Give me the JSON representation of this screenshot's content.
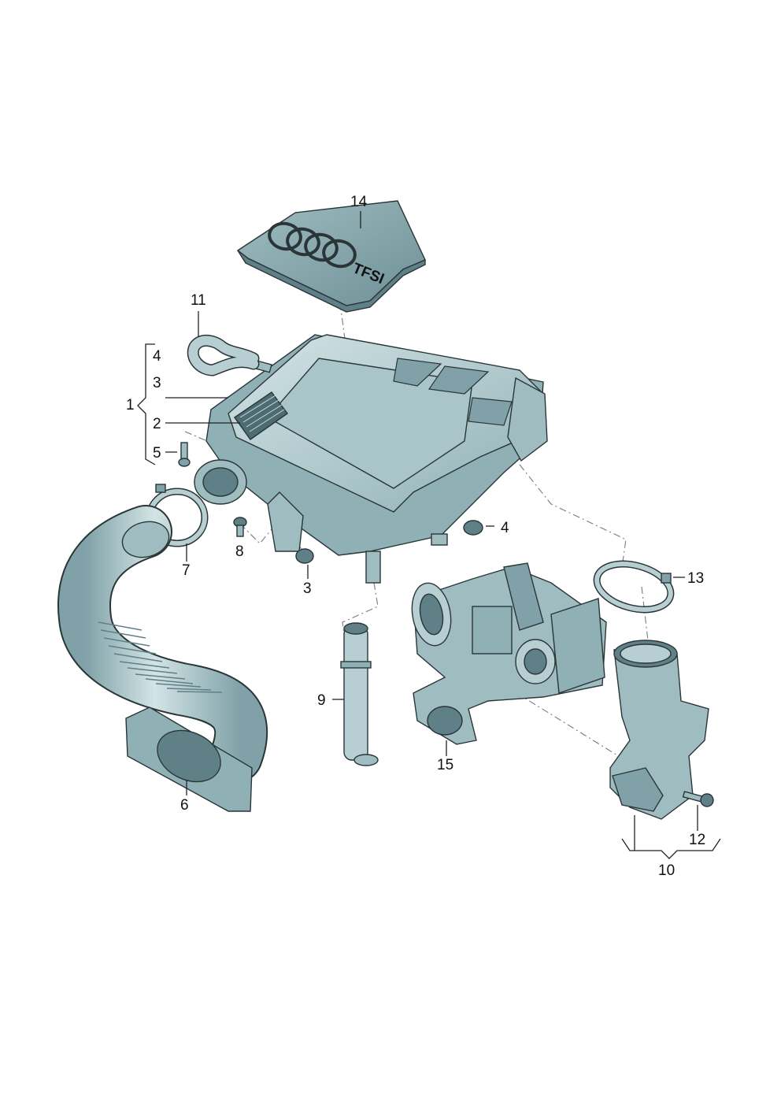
{
  "diagram": {
    "callouts": [
      {
        "id": "c14",
        "text": "14"
      },
      {
        "id": "c11",
        "text": "11"
      },
      {
        "id": "c4a",
        "text": "4"
      },
      {
        "id": "c3a",
        "text": "3"
      },
      {
        "id": "c1",
        "text": "1"
      },
      {
        "id": "c2",
        "text": "2"
      },
      {
        "id": "c5",
        "text": "5"
      },
      {
        "id": "c4b",
        "text": "4"
      },
      {
        "id": "c7",
        "text": "7"
      },
      {
        "id": "c8",
        "text": "8"
      },
      {
        "id": "c3b",
        "text": "3"
      },
      {
        "id": "c13",
        "text": "13"
      },
      {
        "id": "c9",
        "text": "9"
      },
      {
        "id": "c15",
        "text": "15"
      },
      {
        "id": "c6",
        "text": "6"
      },
      {
        "id": "c12",
        "text": "12"
      },
      {
        "id": "c10",
        "text": "10"
      }
    ],
    "cover_logo_text": "TFSI",
    "colors": {
      "part_fill": "#b7cfd2",
      "part_shade": "#8fb0b5",
      "part_dark": "#5f8087",
      "part_light": "#d8e7e9",
      "outline": "#2a3538"
    }
  }
}
